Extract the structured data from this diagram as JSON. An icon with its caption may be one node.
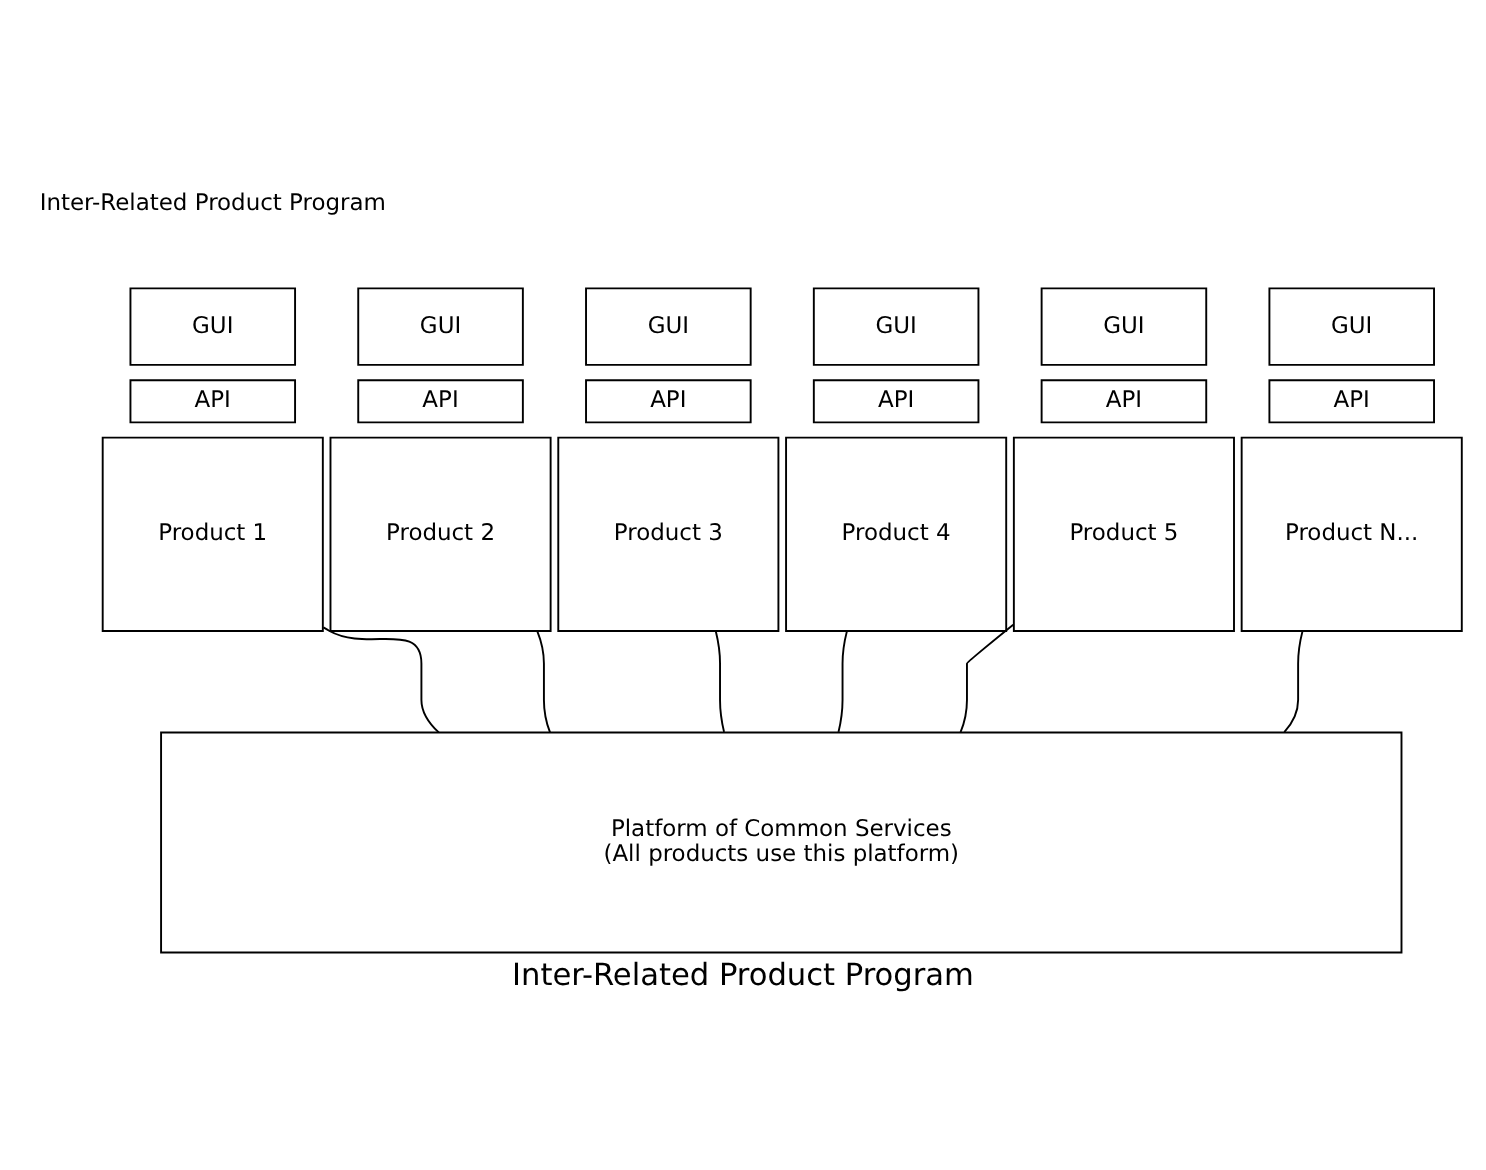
{
  "diagram": {
    "title": "Inter-Related Product Program",
    "caption": "Inter-Related Product Program",
    "nodes": [
      {
        "text": [
          "GUI"
        ]
      },
      {
        "text": [
          "GUI"
        ]
      },
      {
        "text": [
          "GUI"
        ]
      },
      {
        "text": [
          "GUI"
        ]
      },
      {
        "text": [
          "GUI"
        ]
      },
      {
        "text": [
          "GUI"
        ]
      },
      {
        "text": [
          "API"
        ]
      },
      {
        "text": [
          "API"
        ]
      },
      {
        "text": [
          "API"
        ]
      },
      {
        "text": [
          "API"
        ]
      },
      {
        "text": [
          "API"
        ]
      },
      {
        "text": [
          "API"
        ]
      },
      {
        "text": [
          "Product 1"
        ]
      },
      {
        "text": [
          "Product 2"
        ]
      },
      {
        "text": [
          "Product 3"
        ]
      },
      {
        "text": [
          "Product 4"
        ]
      },
      {
        "text": [
          "Product 5"
        ]
      },
      {
        "text": [
          "Product N..."
        ]
      },
      {
        "text": [
          "Platform of Common Services",
          "(All products use this platform)"
        ]
      }
    ],
    "edges": [
      {
        "from": 12,
        "to": 18,
        "arrow": "none"
      },
      {
        "from": 13,
        "to": 18,
        "arrow": "none"
      },
      {
        "from": 14,
        "to": 18,
        "arrow": "none"
      },
      {
        "from": 15,
        "to": 18,
        "arrow": "none"
      },
      {
        "from": 16,
        "to": 18,
        "arrow": "none"
      },
      {
        "from": 17,
        "to": 18,
        "arrow": "none"
      }
    ]
  }
}
